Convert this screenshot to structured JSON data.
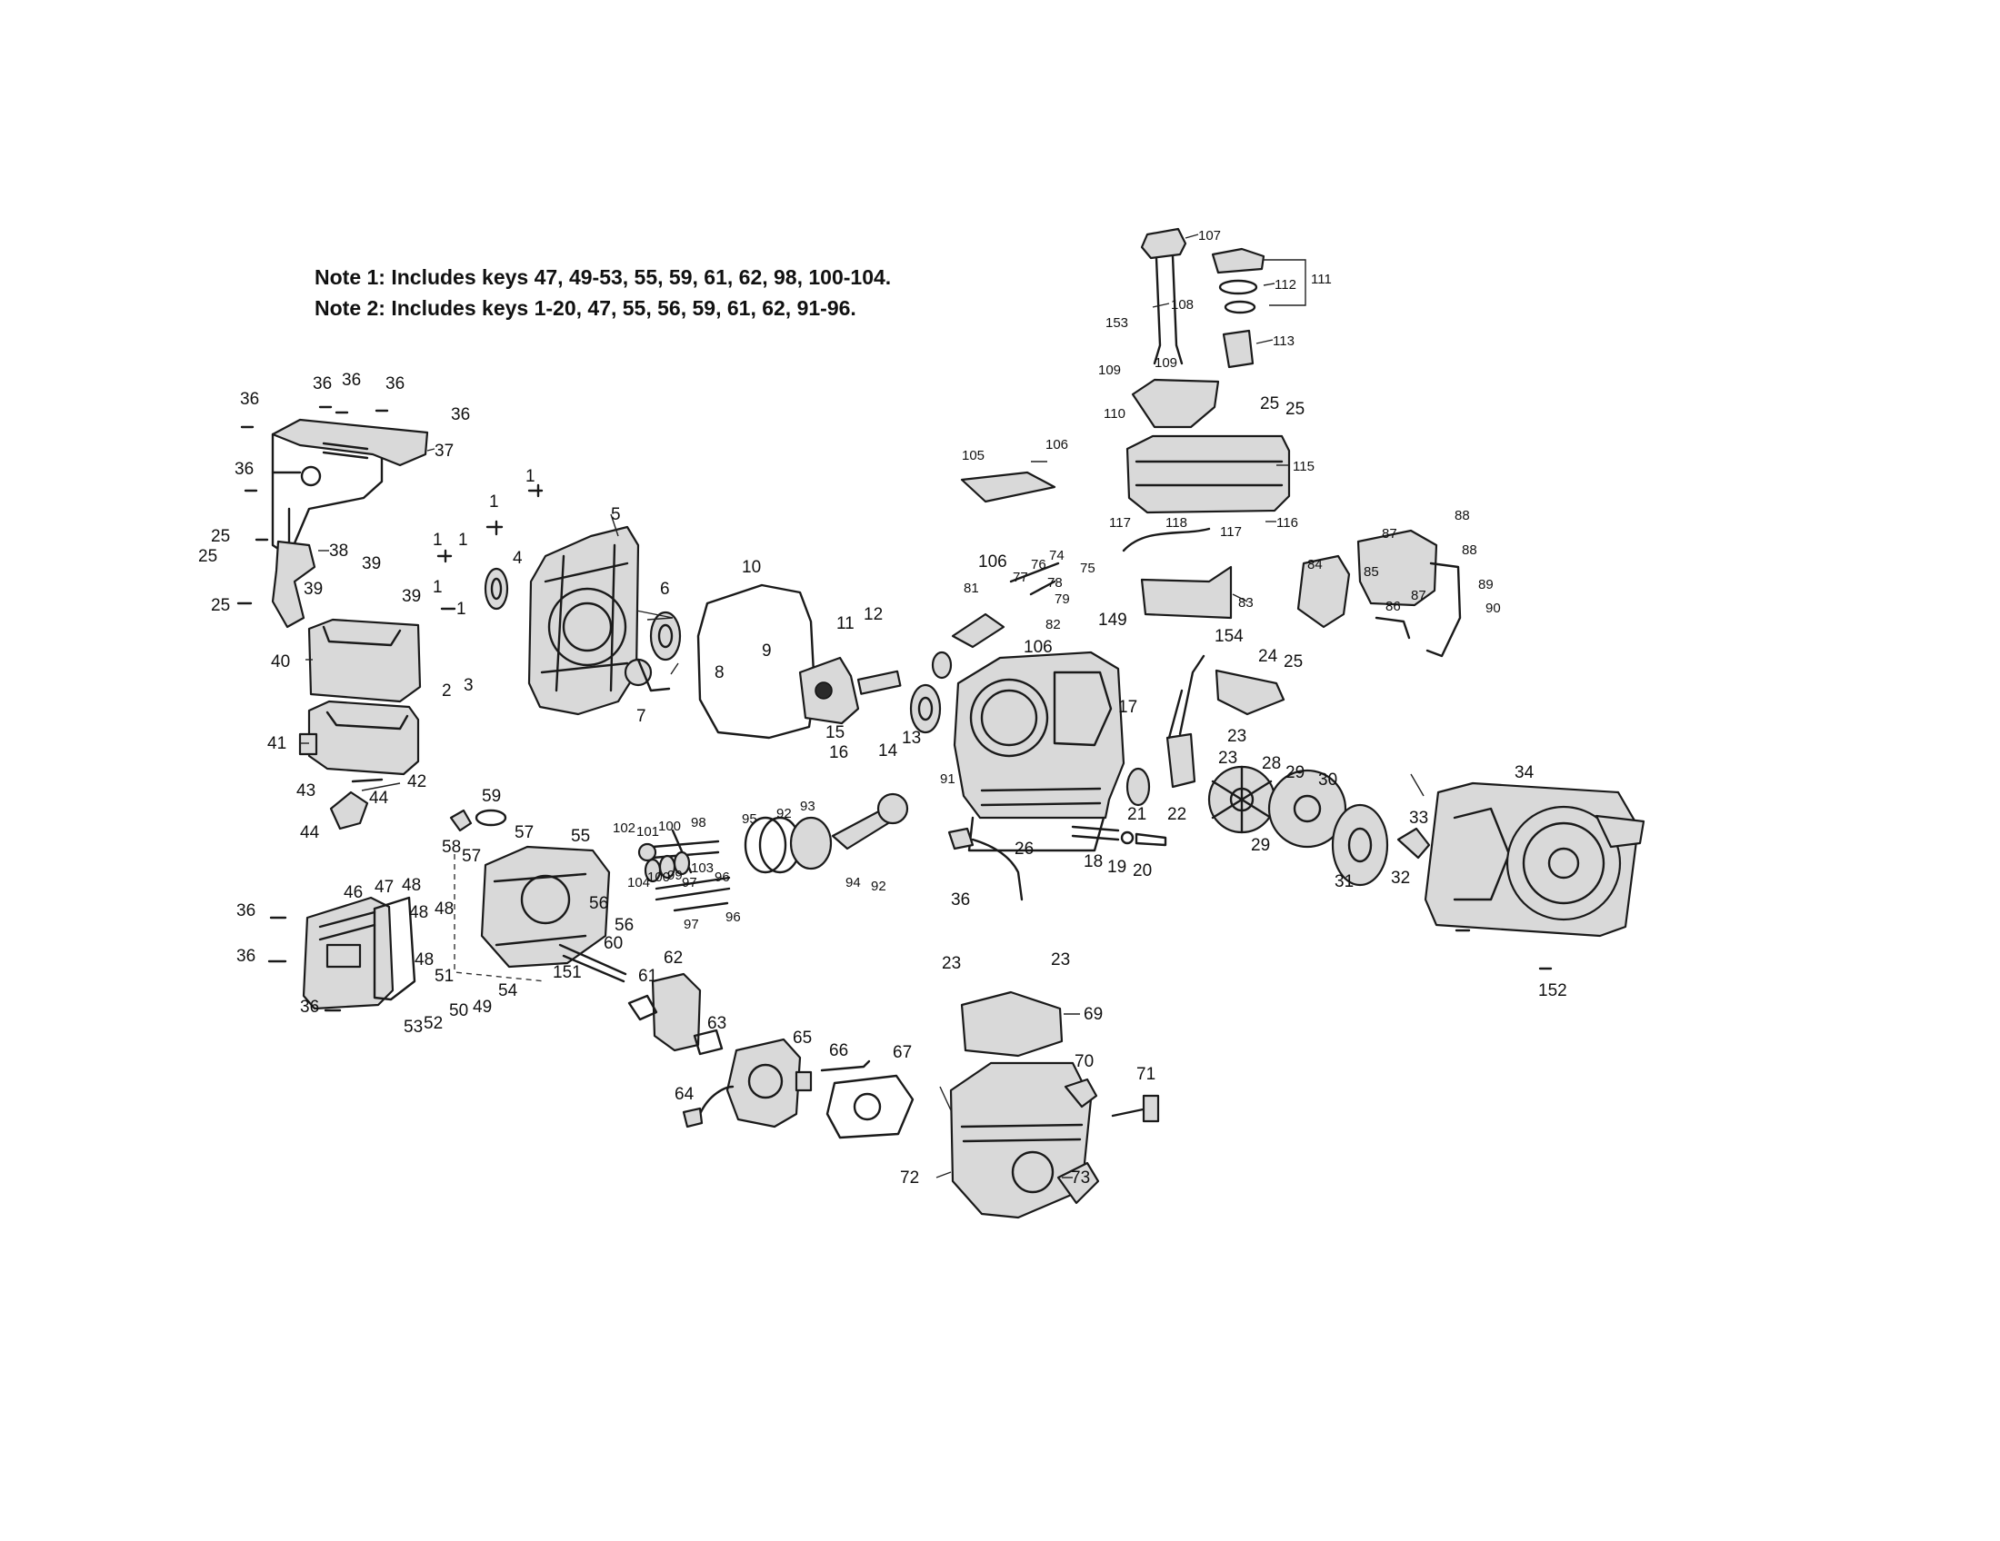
{
  "notes": {
    "note1": "Note 1: Includes keys 47, 49-53, 55, 59, 61, 62, 98, 100-104.",
    "note2": "Note 2: Includes keys 1-20, 47, 55, 56, 59, 61, 62, 91-96."
  },
  "callouts": [
    {
      "id": "c36a",
      "text": "36"
    },
    {
      "id": "c36b",
      "text": "36"
    },
    {
      "id": "c36c",
      "text": "36"
    },
    {
      "id": "c36d",
      "text": "36"
    },
    {
      "id": "c36e",
      "text": "36"
    },
    {
      "id": "c36f",
      "text": "36"
    },
    {
      "id": "c37",
      "text": "37"
    },
    {
      "id": "c25a",
      "text": "25"
    },
    {
      "id": "c25b",
      "text": "25"
    },
    {
      "id": "c25c",
      "text": "25"
    },
    {
      "id": "c38",
      "text": "38"
    },
    {
      "id": "c39a",
      "text": "39"
    },
    {
      "id": "c39b",
      "text": "39"
    },
    {
      "id": "c39c",
      "text": "39"
    },
    {
      "id": "c40",
      "text": "40"
    },
    {
      "id": "c41",
      "text": "41"
    },
    {
      "id": "c42",
      "text": "42"
    },
    {
      "id": "c43",
      "text": "43"
    },
    {
      "id": "c44a",
      "text": "44"
    },
    {
      "id": "c44b",
      "text": "44"
    },
    {
      "id": "c1a",
      "text": "1"
    },
    {
      "id": "c1b",
      "text": "1"
    },
    {
      "id": "c1c",
      "text": "1"
    },
    {
      "id": "c1d",
      "text": "1"
    },
    {
      "id": "c1e",
      "text": "1"
    },
    {
      "id": "c1f",
      "text": "1"
    },
    {
      "id": "c2",
      "text": "2"
    },
    {
      "id": "c3",
      "text": "3"
    },
    {
      "id": "c4",
      "text": "4"
    },
    {
      "id": "c5",
      "text": "5"
    },
    {
      "id": "c6",
      "text": "6"
    },
    {
      "id": "c7",
      "text": "7"
    },
    {
      "id": "c8",
      "text": "8"
    },
    {
      "id": "c9",
      "text": "9"
    },
    {
      "id": "c10",
      "text": "10"
    },
    {
      "id": "c11",
      "text": "11"
    },
    {
      "id": "c12",
      "text": "12"
    },
    {
      "id": "c13",
      "text": "13"
    },
    {
      "id": "c14",
      "text": "14"
    },
    {
      "id": "c15",
      "text": "15"
    },
    {
      "id": "c16",
      "text": "16"
    },
    {
      "id": "c17",
      "text": "17"
    },
    {
      "id": "c18",
      "text": "18"
    },
    {
      "id": "c19",
      "text": "19"
    },
    {
      "id": "c20",
      "text": "20"
    },
    {
      "id": "c21",
      "text": "21"
    },
    {
      "id": "c22",
      "text": "22"
    },
    {
      "id": "c23a",
      "text": "23"
    },
    {
      "id": "c23b",
      "text": "23"
    },
    {
      "id": "c23c",
      "text": "23"
    },
    {
      "id": "c23d",
      "text": "23"
    },
    {
      "id": "c24",
      "text": "24"
    },
    {
      "id": "c25d",
      "text": "25"
    },
    {
      "id": "c25e",
      "text": "25"
    },
    {
      "id": "c25f",
      "text": "25"
    },
    {
      "id": "c26",
      "text": "26"
    },
    {
      "id": "c28",
      "text": "28"
    },
    {
      "id": "c29a",
      "text": "29"
    },
    {
      "id": "c29b",
      "text": "29"
    },
    {
      "id": "c30",
      "text": "30"
    },
    {
      "id": "c31",
      "text": "31"
    },
    {
      "id": "c32",
      "text": "32"
    },
    {
      "id": "c33",
      "text": "33"
    },
    {
      "id": "c34",
      "text": "34"
    },
    {
      "id": "c36g",
      "text": "36"
    },
    {
      "id": "c36h",
      "text": "36"
    },
    {
      "id": "c36i",
      "text": "36"
    },
    {
      "id": "c36j",
      "text": "36"
    },
    {
      "id": "c46",
      "text": "46"
    },
    {
      "id": "c47",
      "text": "47"
    },
    {
      "id": "c48a",
      "text": "48"
    },
    {
      "id": "c48b",
      "text": "48"
    },
    {
      "id": "c48c",
      "text": "48"
    },
    {
      "id": "c48d",
      "text": "48"
    },
    {
      "id": "c49",
      "text": "49"
    },
    {
      "id": "c50",
      "text": "50"
    },
    {
      "id": "c51",
      "text": "51"
    },
    {
      "id": "c52",
      "text": "52"
    },
    {
      "id": "c53",
      "text": "53"
    },
    {
      "id": "c54",
      "text": "54"
    },
    {
      "id": "c55",
      "text": "55"
    },
    {
      "id": "c56a",
      "text": "56"
    },
    {
      "id": "c56b",
      "text": "56"
    },
    {
      "id": "c57a",
      "text": "57"
    },
    {
      "id": "c57b",
      "text": "57"
    },
    {
      "id": "c58",
      "text": "58"
    },
    {
      "id": "c59",
      "text": "59"
    },
    {
      "id": "c60",
      "text": "60"
    },
    {
      "id": "c61",
      "text": "61"
    },
    {
      "id": "c62",
      "text": "62"
    },
    {
      "id": "c63",
      "text": "63"
    },
    {
      "id": "c64",
      "text": "64"
    },
    {
      "id": "c65",
      "text": "65"
    },
    {
      "id": "c66",
      "text": "66"
    },
    {
      "id": "c67",
      "text": "67"
    },
    {
      "id": "c69",
      "text": "69"
    },
    {
      "id": "c70",
      "text": "70"
    },
    {
      "id": "c71",
      "text": "71"
    },
    {
      "id": "c72",
      "text": "72"
    },
    {
      "id": "c73",
      "text": "73"
    },
    {
      "id": "c74",
      "text": "74"
    },
    {
      "id": "c75",
      "text": "75"
    },
    {
      "id": "c76",
      "text": "76"
    },
    {
      "id": "c77",
      "text": "77"
    },
    {
      "id": "c78",
      "text": "78"
    },
    {
      "id": "c79",
      "text": "79"
    },
    {
      "id": "c81",
      "text": "81"
    },
    {
      "id": "c82",
      "text": "82"
    },
    {
      "id": "c83",
      "text": "83"
    },
    {
      "id": "c84",
      "text": "84"
    },
    {
      "id": "c85",
      "text": "85"
    },
    {
      "id": "c86",
      "text": "86"
    },
    {
      "id": "c87a",
      "text": "87"
    },
    {
      "id": "c87b",
      "text": "87"
    },
    {
      "id": "c88a",
      "text": "88"
    },
    {
      "id": "c88b",
      "text": "88"
    },
    {
      "id": "c89",
      "text": "89"
    },
    {
      "id": "c90",
      "text": "90"
    },
    {
      "id": "c91",
      "text": "91"
    },
    {
      "id": "c92a",
      "text": "92"
    },
    {
      "id": "c92b",
      "text": "92"
    },
    {
      "id": "c93",
      "text": "93"
    },
    {
      "id": "c94",
      "text": "94"
    },
    {
      "id": "c95",
      "text": "95"
    },
    {
      "id": "c96a",
      "text": "96"
    },
    {
      "id": "c96b",
      "text": "96"
    },
    {
      "id": "c97a",
      "text": "97"
    },
    {
      "id": "c97b",
      "text": "97"
    },
    {
      "id": "c98",
      "text": "98"
    },
    {
      "id": "c99",
      "text": "99"
    },
    {
      "id": "c100a",
      "text": "100"
    },
    {
      "id": "c100b",
      "text": "100"
    },
    {
      "id": "c101",
      "text": "101"
    },
    {
      "id": "c102",
      "text": "102"
    },
    {
      "id": "c103",
      "text": "103"
    },
    {
      "id": "c104",
      "text": "104"
    },
    {
      "id": "c105",
      "text": "105"
    },
    {
      "id": "c106a",
      "text": "106"
    },
    {
      "id": "c106b",
      "text": "106"
    },
    {
      "id": "c106c",
      "text": "106"
    },
    {
      "id": "c107",
      "text": "107"
    },
    {
      "id": "c108",
      "text": "108"
    },
    {
      "id": "c109a",
      "text": "109"
    },
    {
      "id": "c109b",
      "text": "109"
    },
    {
      "id": "c110",
      "text": "110"
    },
    {
      "id": "c111",
      "text": "111"
    },
    {
      "id": "c112",
      "text": "112"
    },
    {
      "id": "c113",
      "text": "113"
    },
    {
      "id": "c115",
      "text": "115"
    },
    {
      "id": "c116",
      "text": "116"
    },
    {
      "id": "c117a",
      "text": "117"
    },
    {
      "id": "c117b",
      "text": "117"
    },
    {
      "id": "c118",
      "text": "118"
    },
    {
      "id": "c149",
      "text": "149"
    },
    {
      "id": "c151",
      "text": "151"
    },
    {
      "id": "c152",
      "text": "152"
    },
    {
      "id": "c153",
      "text": "153"
    },
    {
      "id": "c154",
      "text": "154"
    }
  ]
}
